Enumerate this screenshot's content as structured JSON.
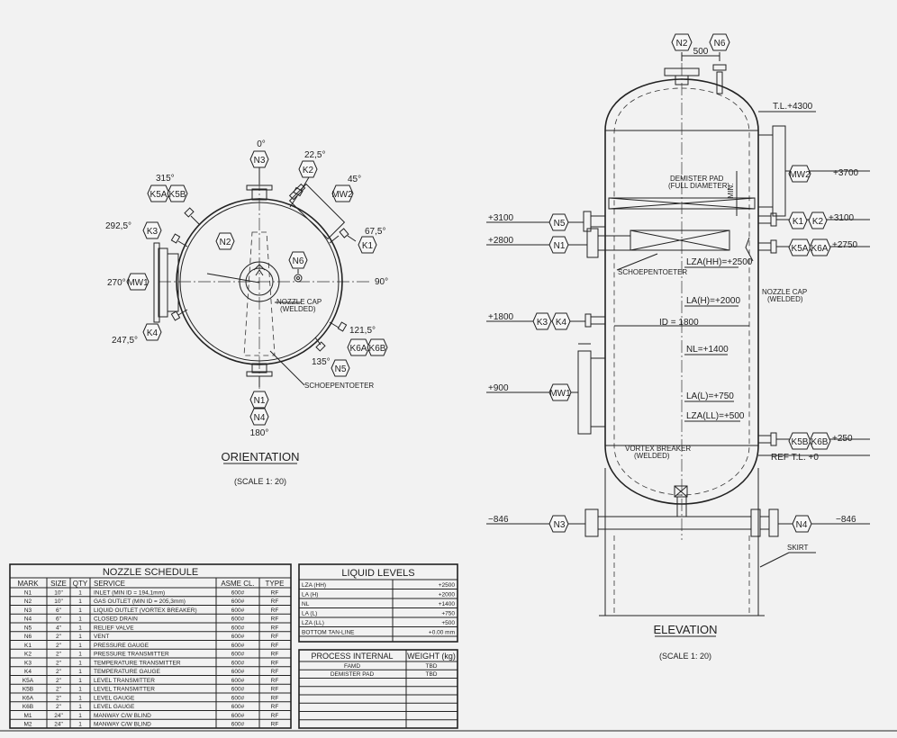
{
  "orientation": {
    "title": "ORIENTATION",
    "scale": "(SCALE 1: 20)",
    "angles": {
      "a0": "0°",
      "a22": "22,5°",
      "a45": "45°",
      "a67": "67,5°",
      "a90": "90°",
      "a121": "121,5°",
      "a135": "135°",
      "a180": "180°",
      "a247": "247,5°",
      "a270": "270°",
      "a292": "292,5°",
      "a315": "315°"
    },
    "notes": {
      "nozzle_cap": "NOZZLE CAP",
      "welded": "(WELDED)",
      "schoepentoeter": "SCHOEPENTOETER"
    },
    "tags": {
      "n3": "N3",
      "k2": "K2",
      "mw2": "MW2",
      "k1": "K1",
      "k5a": "K5A",
      "k5b": "K5B",
      "k3": "K3",
      "n2": "N2",
      "n6": "N6",
      "mw1": "MW1",
      "k4": "K4",
      "k6a": "K6A",
      "k6b": "K6B",
      "n5": "N5",
      "n1": "N1",
      "n4": "N4"
    }
  },
  "elevation": {
    "title": "ELEVATION",
    "scale": "(SCALE 1: 20)",
    "dims": {
      "d500": "500",
      "tl": "T.L.+4300",
      "p3700": "+3700",
      "p3100l": "+3100",
      "p3100r": "+3100",
      "p2800": "+2800",
      "p2750": "+2750",
      "p1800": "+1800",
      "p900": "+900",
      "p250": "+250",
      "ref_tl": "REF T.L. +0",
      "m846l": "−846",
      "m846r": "−846",
      "min": "MIN."
    },
    "levels": {
      "lzahh": "LZA(HH)=+2500",
      "lah": "LA(H)=+2000",
      "id": "ID = 1800",
      "nl": "NL=+1400",
      "lal": "LA(L)=+750",
      "lzall": "LZA(LL)=+500"
    },
    "notes": {
      "demister": "DEMISTER PAD",
      "full_dia": "(FULL DIAMETER)",
      "schoepentoeter": "SCHOEPENTOETER",
      "nozzle_cap": "NOZZLE CAP",
      "welded": "(WELDED)",
      "vortex": "VORTEX BREAKER",
      "vortex_welded": "(WELDED)",
      "skirt": "SKIRT"
    },
    "tags": {
      "n2": "N2",
      "n6": "N6",
      "mw2": "MW2",
      "n5": "N5",
      "n1": "N1",
      "k1": "K1",
      "k2": "K2",
      "k5a": "K5A",
      "k6a": "K6A",
      "k3": "K3",
      "k4": "K4",
      "mw1": "MW1",
      "k5b": "K5B",
      "k6b": "K6B",
      "n3": "N3",
      "n4": "N4"
    }
  },
  "nozzle_schedule": {
    "title": "NOZZLE SCHEDULE",
    "columns": [
      "MARK",
      "SIZE",
      "QTY",
      "SERVICE",
      "ASME CL.",
      "TYPE"
    ],
    "rows": [
      [
        "N1",
        "10\"",
        "1",
        "INLET (MIN ID = 194,1mm)",
        "600#",
        "RF"
      ],
      [
        "N2",
        "10\"",
        "1",
        "GAS OUTLET (MIN ID = 205,3mm)",
        "600#",
        "RF"
      ],
      [
        "N3",
        "6\"",
        "1",
        "LIQUID OUTLET (VORTEX BREAKER)",
        "600#",
        "RF"
      ],
      [
        "N4",
        "6\"",
        "1",
        "CLOSED DRAIN",
        "600#",
        "RF"
      ],
      [
        "N5",
        "4\"",
        "1",
        "RELIEF VALVE",
        "600#",
        "RF"
      ],
      [
        "N6",
        "2\"",
        "1",
        "VENT",
        "600#",
        "RF"
      ],
      [
        "K1",
        "2\"",
        "1",
        "PRESSURE GAUGE",
        "600#",
        "RF"
      ],
      [
        "K2",
        "2\"",
        "1",
        "PRESSURE TRANSMITTER",
        "600#",
        "RF"
      ],
      [
        "K3",
        "2\"",
        "1",
        "TEMPERATURE TRANSMITTER",
        "600#",
        "RF"
      ],
      [
        "K4",
        "2\"",
        "1",
        "TEMPERATURE GAUGE",
        "600#",
        "RF"
      ],
      [
        "K5A",
        "2\"",
        "1",
        "LEVEL TRANSMITTER",
        "600#",
        "RF"
      ],
      [
        "K5B",
        "2\"",
        "1",
        "LEVEL TRANSMITTER",
        "600#",
        "RF"
      ],
      [
        "K6A",
        "2\"",
        "1",
        "LEVEL GAUGE",
        "600#",
        "RF"
      ],
      [
        "K6B",
        "2\"",
        "1",
        "LEVEL GAUGE",
        "600#",
        "RF"
      ],
      [
        "M1",
        "24\"",
        "1",
        "MANWAY C/W BLIND",
        "600#",
        "RF"
      ],
      [
        "M2",
        "24\"",
        "1",
        "MANWAY C/W BLIND",
        "600#",
        "RF"
      ]
    ]
  },
  "liquid_levels": {
    "title": "LIQUID LEVELS",
    "rows": [
      [
        "LZA (HH)",
        "+2500"
      ],
      [
        "LA (H)",
        "+2000"
      ],
      [
        "NL",
        "+1400"
      ],
      [
        "LA (L)",
        "+750"
      ],
      [
        "LZA (LL)",
        "+500"
      ],
      [
        "BOTTOM TAN-LINE",
        "+0.00 mm"
      ]
    ]
  },
  "process_internal": {
    "columns": [
      "PROCESS INTERNAL",
      "WEIGHT (kg)"
    ],
    "rows": [
      [
        "FAMD",
        "TBD"
      ],
      [
        "DEMISTER PAD",
        "TBD"
      ]
    ]
  }
}
